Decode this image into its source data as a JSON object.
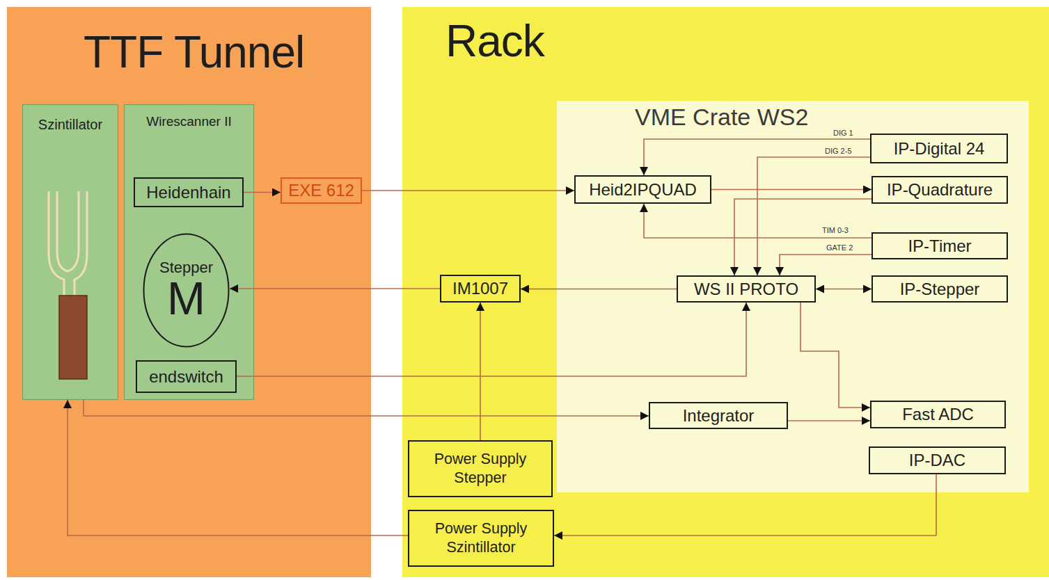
{
  "diagram": {
    "nodes": [
      {
        "text": [
          "TTF Tunnel"
        ]
      },
      {
        "text": [
          "Szintillator"
        ],
        "in": 0
      },
      {
        "text": [
          "Wirescanner II"
        ],
        "in": 0
      },
      {
        "text": [
          "Heidenhain"
        ],
        "in": 2
      },
      {
        "text": [
          "Stepper",
          "M"
        ],
        "in": 2
      },
      {
        "text": [
          "endswitch"
        ],
        "in": 2
      },
      {
        "text": [
          "EXE 612"
        ],
        "in": 0
      },
      {
        "text": [
          "Rack"
        ]
      },
      {
        "text": [
          "VME Crate WS2"
        ],
        "in": 7
      },
      {
        "text": [
          "Heid2IPQUAD"
        ],
        "in": 8
      },
      {
        "text": [
          "IP-Digital 24"
        ],
        "in": 8
      },
      {
        "text": [
          "IP-Quadrature"
        ],
        "in": 8
      },
      {
        "text": [
          "IP-Timer"
        ],
        "in": 8
      },
      {
        "text": [
          "WS II PROTO"
        ],
        "in": 8
      },
      {
        "text": [
          "IP-Stepper"
        ],
        "in": 8
      },
      {
        "text": [
          "IM1007"
        ],
        "in": 7
      },
      {
        "text": [
          "Integrator"
        ],
        "in": 8
      },
      {
        "text": [
          "Fast ADC"
        ],
        "in": 8
      },
      {
        "text": [
          "IP-DAC"
        ],
        "in": 8
      },
      {
        "text": [
          "Power Supply Stepper"
        ],
        "in": 7
      },
      {
        "text": [
          "Power Supply Szintillator"
        ],
        "in": 7
      }
    ],
    "edges": [
      {
        "from": 3,
        "to": 6,
        "arrow": "to"
      },
      {
        "from": 6,
        "to": 9,
        "arrow": "to"
      },
      {
        "from": 15,
        "to": 4,
        "arrow": "to"
      },
      {
        "from": 13,
        "to": 15,
        "arrow": "to"
      },
      {
        "from": 19,
        "to": 15,
        "arrow": "to"
      },
      {
        "from": 5,
        "to": 13,
        "arrow": "to"
      },
      {
        "from": 1,
        "to": 16,
        "arrow": "to"
      },
      {
        "from": 20,
        "to": 1,
        "arrow": "to"
      },
      {
        "from": 18,
        "to": 20,
        "arrow": "to"
      },
      {
        "from": 13,
        "to": 14,
        "arrow": "both"
      },
      {
        "from": 16,
        "to": 17,
        "arrow": "to"
      },
      {
        "from": 13,
        "to": 17,
        "arrow": "to"
      },
      {
        "from": 10,
        "to": 9,
        "arrow": "to"
      },
      {
        "from": 10,
        "to": 13,
        "arrow": "to"
      },
      {
        "from": 12,
        "to": 9,
        "arrow": "to"
      },
      {
        "from": 12,
        "to": 13,
        "arrow": "to"
      },
      {
        "from": 9,
        "to": 11,
        "arrow": "to"
      },
      {
        "from": 11,
        "to": 13,
        "arrow": "to"
      }
    ],
    "labels": [
      "DIG 1",
      "DIG 2-5",
      "TIM 0-3",
      "GATE 2"
    ]
  }
}
